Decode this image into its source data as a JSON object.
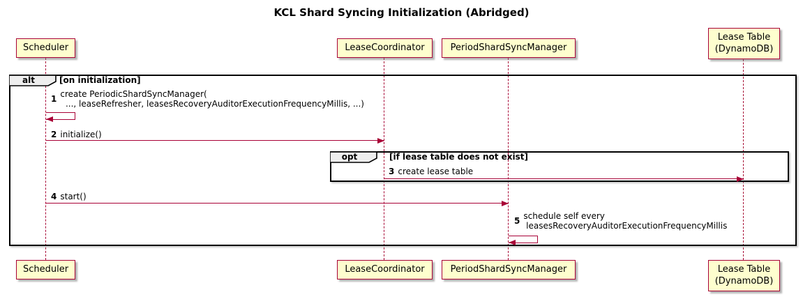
{
  "title": "KCL Shard Syncing Initialization (Abridged)",
  "colors": {
    "participant_fill": "#FEFECE",
    "accent": "#A80036",
    "frame_border": "#000000",
    "frame_header_fill": "#EEEEEE",
    "background": "#FFFFFF"
  },
  "participants": [
    {
      "id": "scheduler",
      "label": "Scheduler"
    },
    {
      "id": "lease-coordinator",
      "label": "LeaseCoordinator"
    },
    {
      "id": "period-shard-sync-manager",
      "label": "PeriodShardSyncManager"
    },
    {
      "id": "lease-table",
      "label": "Lease Table\n(DynamoDB)"
    }
  ],
  "frames": [
    {
      "type": "alt",
      "label": "alt",
      "guard": "[on initialization]"
    },
    {
      "type": "opt",
      "label": "opt",
      "guard": "[if lease table does not exist]"
    }
  ],
  "messages": [
    {
      "num": "1",
      "text": "create PeriodicShardSyncManager(\n  ..., leaseRefresher, leasesRecoveryAuditorExecutionFrequencyMillis, ...)",
      "kind": "self",
      "from": "Scheduler",
      "to": "Scheduler"
    },
    {
      "num": "2",
      "text": "initialize()",
      "kind": "solid-arrow",
      "from": "Scheduler",
      "to": "LeaseCoordinator"
    },
    {
      "num": "3",
      "text": "create lease table",
      "kind": "solid-arrow",
      "from": "LeaseCoordinator",
      "to": "Lease Table (DynamoDB)"
    },
    {
      "num": "4",
      "text": "start()",
      "kind": "solid-arrow",
      "from": "Scheduler",
      "to": "PeriodShardSyncManager"
    },
    {
      "num": "5",
      "text": "schedule self every\n leasesRecoveryAuditorExecutionFrequencyMillis",
      "kind": "self",
      "from": "PeriodShardSyncManager",
      "to": "PeriodShardSyncManager"
    }
  ]
}
